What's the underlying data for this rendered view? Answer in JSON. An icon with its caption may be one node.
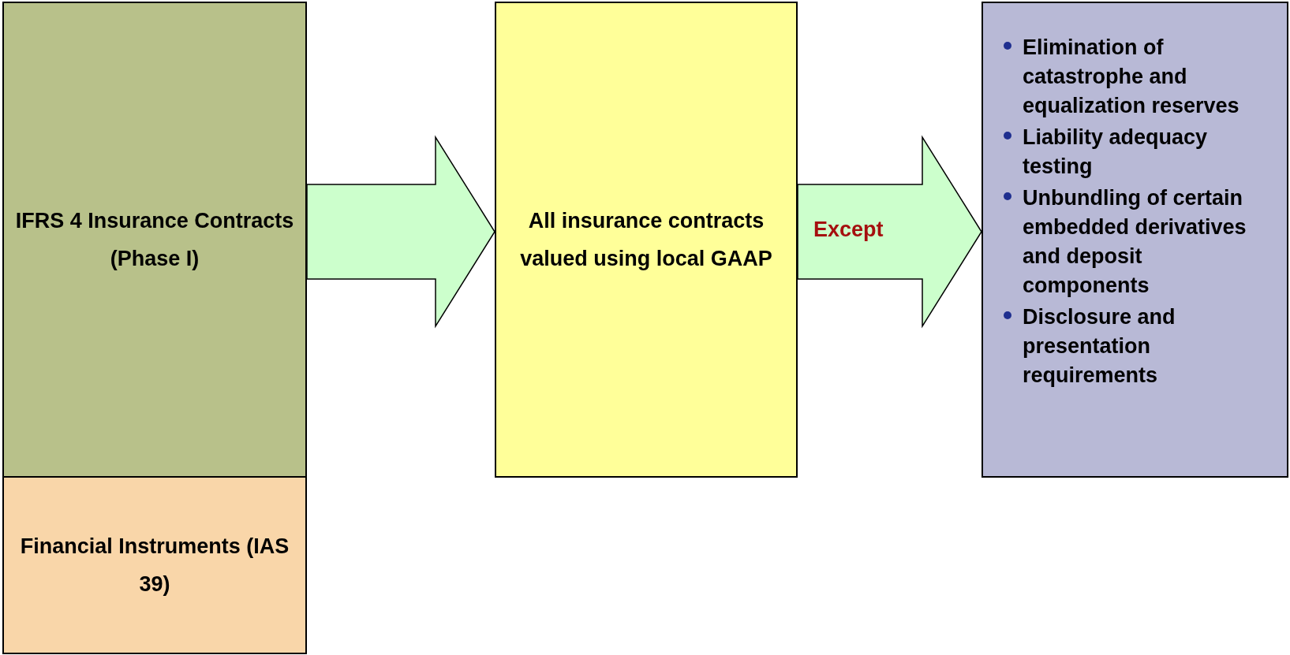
{
  "diagram": {
    "nodes": [
      {
        "text": [
          "IFRS 4 Insurance Contracts (Phase I)"
        ]
      },
      {
        "text": [
          "Financial Instruments (IAS 39)"
        ]
      },
      {
        "text": [
          "All insurance contracts valued using local GAAP"
        ]
      },
      {
        "text": [
          "Elimination of catastrophe and equalization reserves",
          "Liability adequacy testing",
          "Unbundling of certain embedded derivatives and deposit components",
          "Disclosure and presentation requirements"
        ]
      }
    ],
    "edges": [
      {
        "from": 0,
        "to": 2,
        "arrow": "to"
      },
      {
        "from": 2,
        "to": 3,
        "arrow": "to",
        "label": "Except"
      }
    ]
  }
}
